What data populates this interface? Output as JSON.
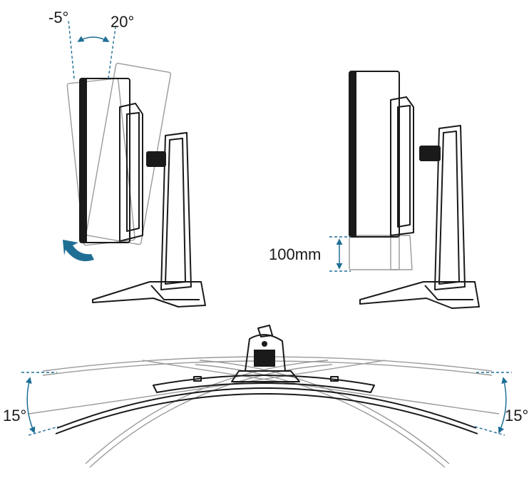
{
  "labels": {
    "tilt_back": "-5°",
    "tilt_forward": "20°",
    "height": "100mm",
    "swivel_left": "15°",
    "swivel_right": "15°"
  },
  "colors": {
    "accent": "#1f6f95",
    "outline": "#1a1a1a",
    "ghost": "#9a9a9a"
  }
}
